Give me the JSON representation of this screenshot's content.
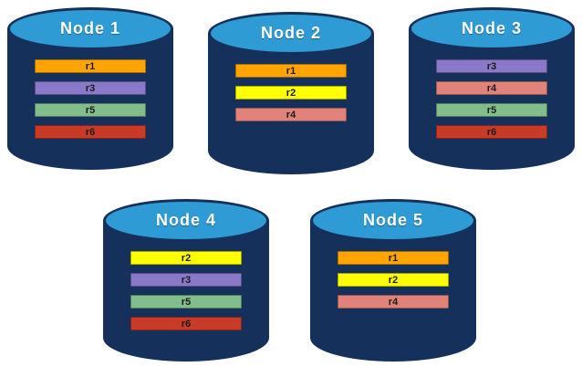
{
  "diagram": {
    "type": "database-nodes-replication",
    "cylinder_colors": {
      "body": "#16305C",
      "top": "#2E9BD5",
      "label_text": "#FFFFFF"
    },
    "record_colors": {
      "r1": "#FFA400",
      "r2": "#FFFF00",
      "r3": "#8A79C9",
      "r4": "#E2837B",
      "r5": "#82BE8B",
      "r6": "#CA3B27"
    },
    "nodes": [
      {
        "label": "Node 1",
        "records": [
          "r1",
          "r3",
          "r5",
          "r6"
        ]
      },
      {
        "label": "Node 2",
        "records": [
          "r1",
          "r2",
          "r4"
        ]
      },
      {
        "label": "Node 3",
        "records": [
          "r3",
          "r4",
          "r5",
          "r6"
        ]
      },
      {
        "label": "Node 4",
        "records": [
          "r2",
          "r3",
          "r5",
          "r6"
        ]
      },
      {
        "label": "Node 5",
        "records": [
          "r1",
          "r2",
          "r4"
        ]
      }
    ]
  }
}
